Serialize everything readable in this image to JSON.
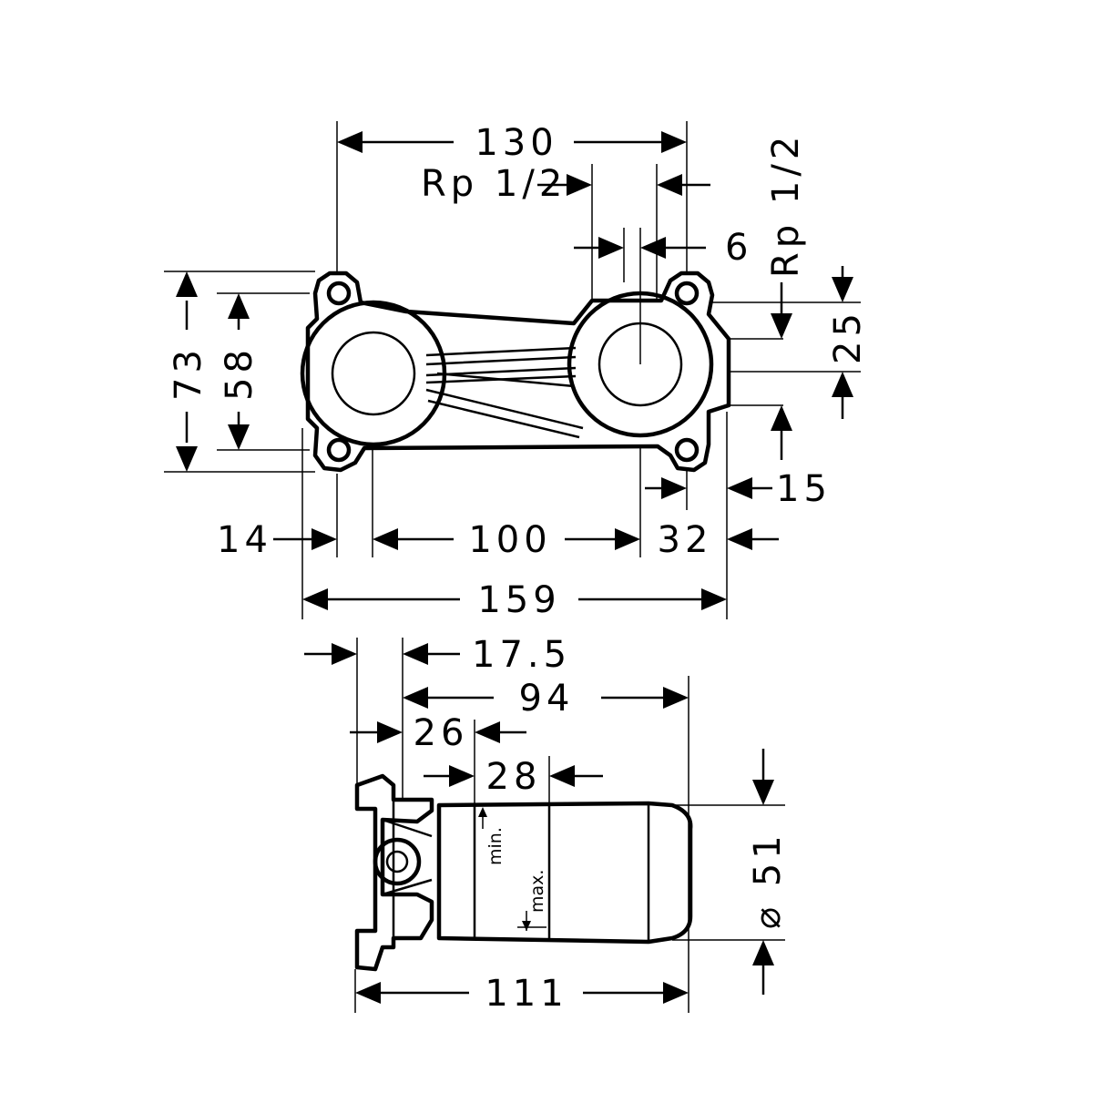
{
  "top_view": {
    "dims": {
      "width_130": "130",
      "thread_left": "Rp 1/2",
      "thread_right": "Rp 1/2",
      "offset_6": "6",
      "offset_25": "25",
      "height_73": "73",
      "height_58": "58",
      "offset_15": "15",
      "offset_14": "14",
      "spacing_100": "100",
      "offset_32": "32",
      "width_159": "159"
    }
  },
  "side_view": {
    "dims": {
      "depth_17_5": "17.5",
      "depth_94": "94",
      "depth_26": "26",
      "depth_28": "28",
      "diameter_51": "⌀ 51",
      "depth_111": "111"
    },
    "labels": {
      "min": "min.",
      "max": "max."
    }
  }
}
